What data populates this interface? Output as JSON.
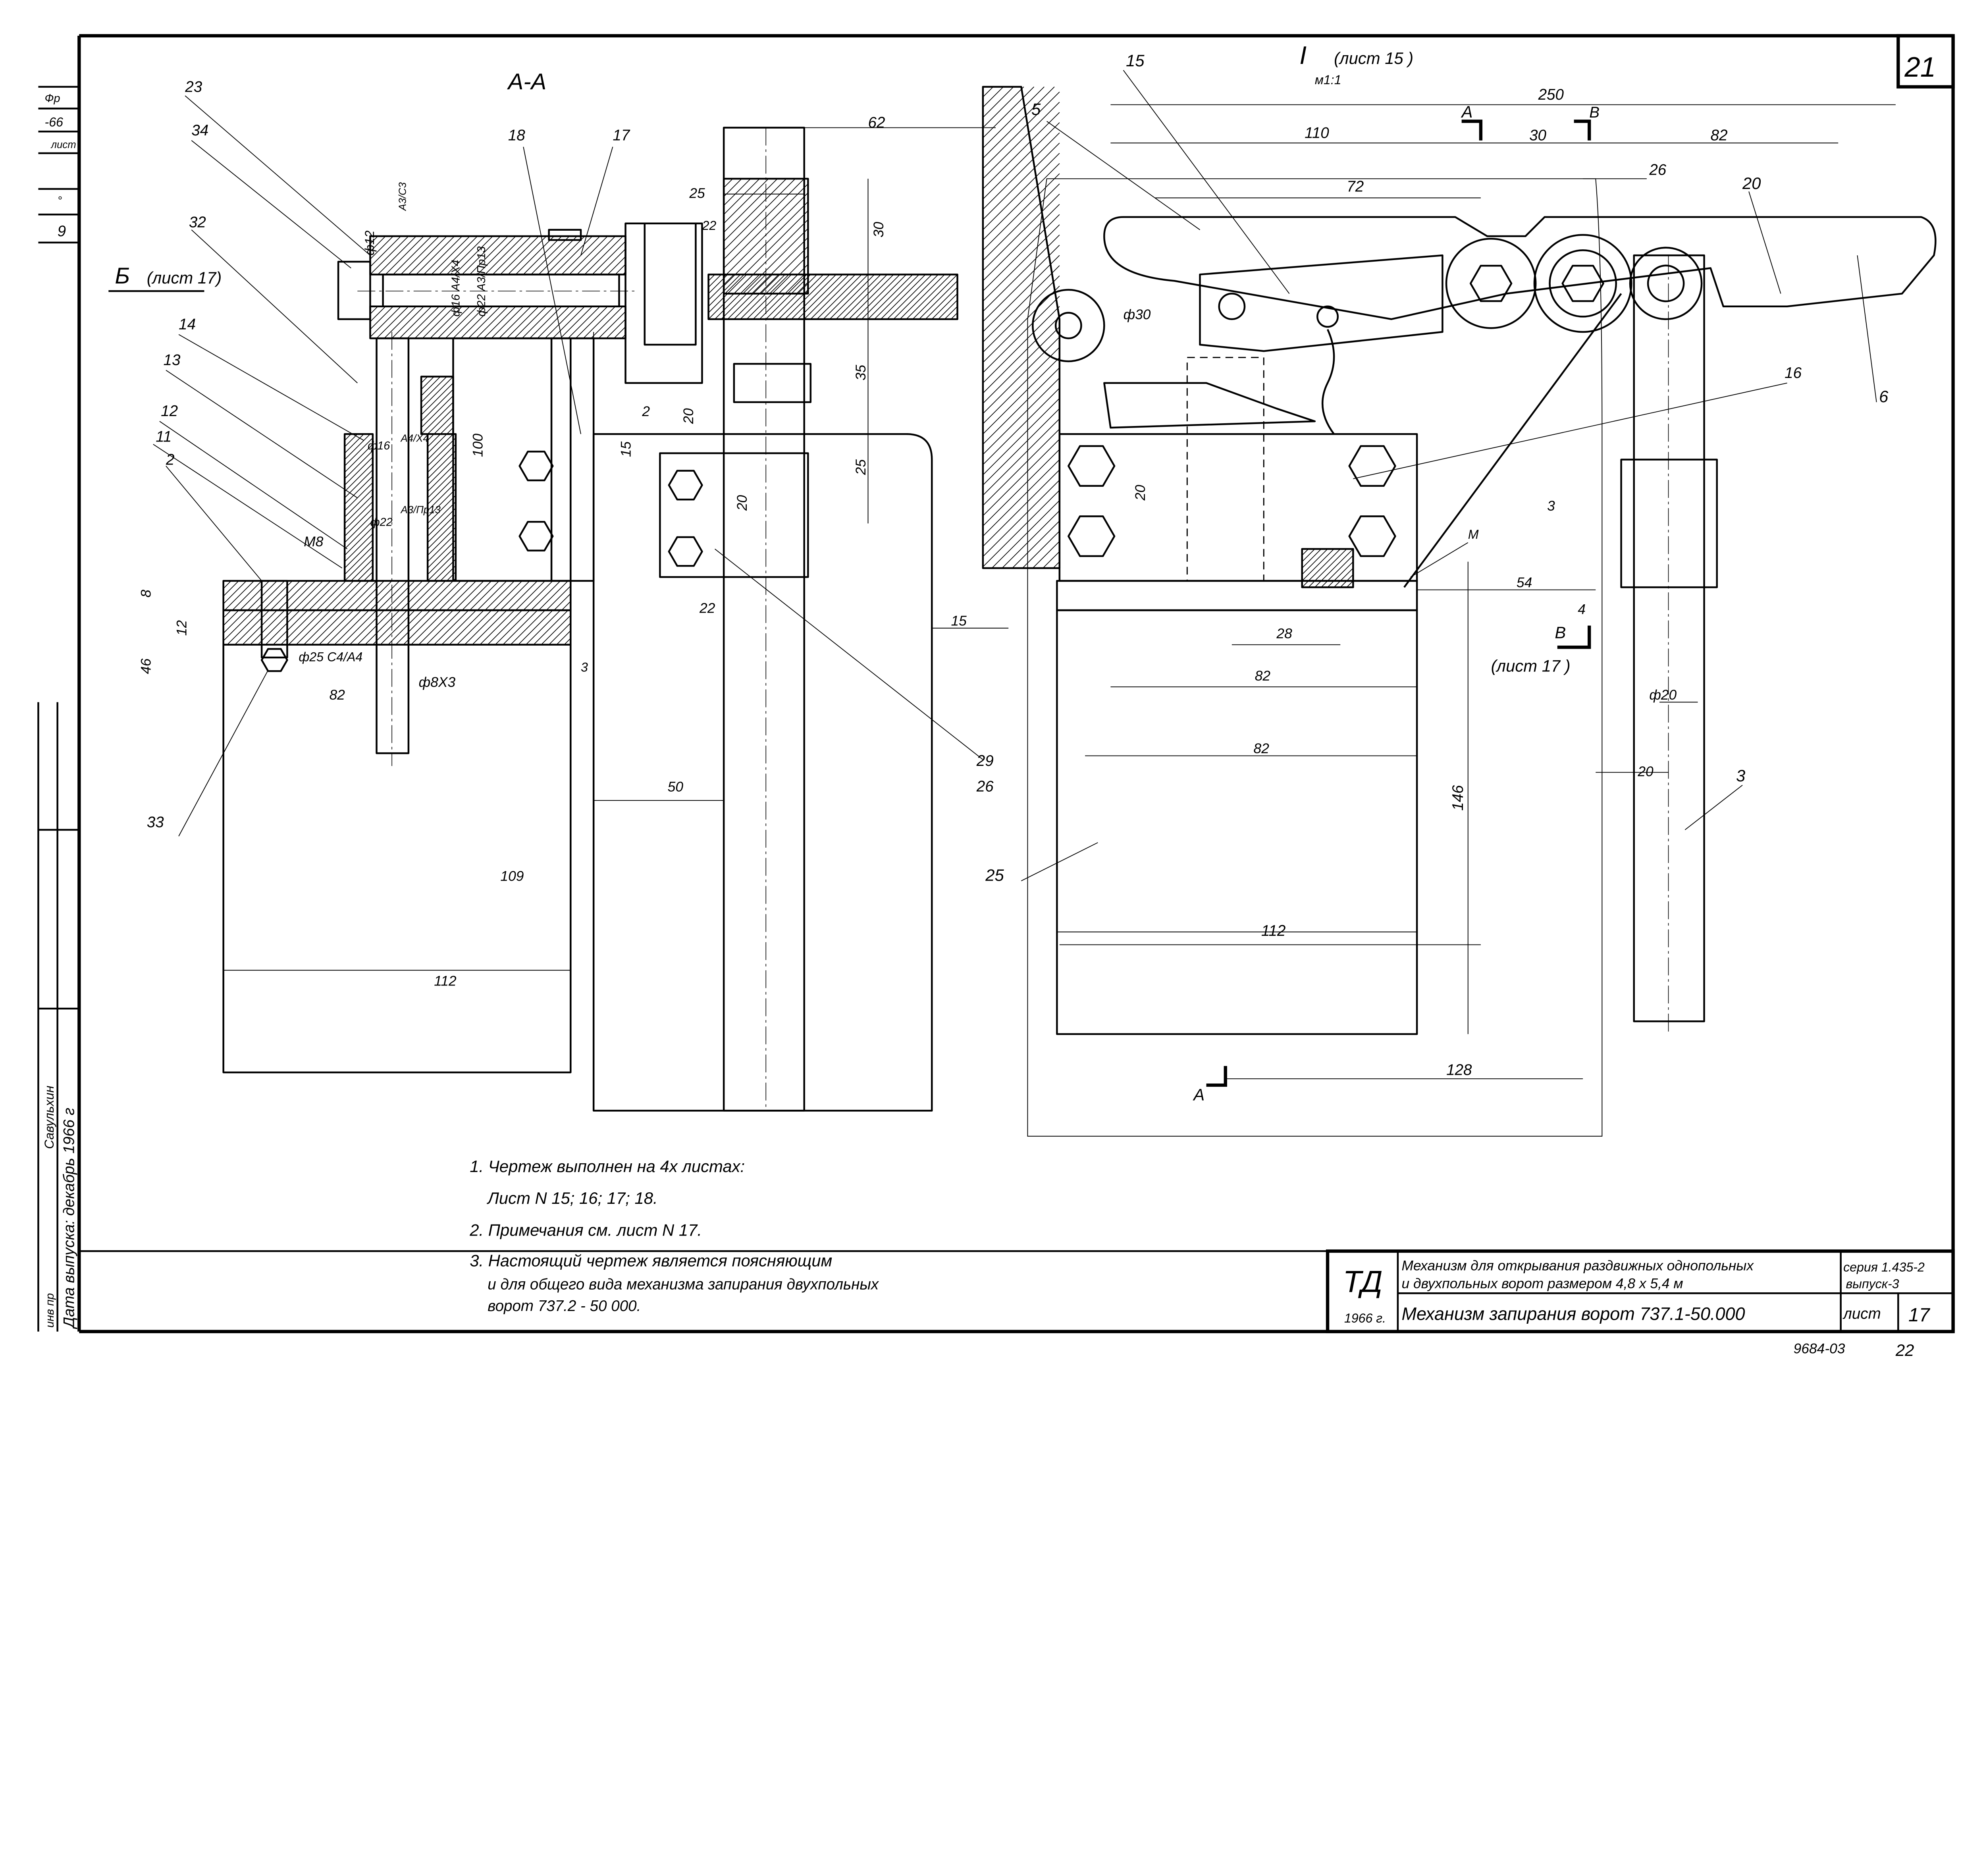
{
  "colors": {
    "ink": "#000000",
    "paper": "#ffffff"
  },
  "sheet_number": "21",
  "left_stamp": {
    "cells": [
      "Фр",
      "-66",
      "лист",
      "°",
      "9"
    ],
    "release_date": "Дата выпуска: декабрь 1966 г",
    "inv": "инв пр",
    "signer": "Савульхин"
  },
  "views": {
    "section_aa": "А-А",
    "view_b": "Б",
    "view_b_ref": "(лист 17)",
    "detail": "I",
    "detail_ref": "(лист 15 )",
    "detail_scale": "м1:1",
    "cut_a_top": "А",
    "cut_a_bottom": "А",
    "cut_v_top": "В",
    "cut_v_bottom": "В",
    "cut_v_ref": "(лист 17 )"
  },
  "parts": {
    "p23": "23",
    "p34": "34",
    "p32": "32",
    "p14": "14",
    "p13": "13",
    "p12": "12",
    "p11": "11",
    "p2": "2",
    "p33": "33",
    "p18": "18",
    "p17": "17",
    "p29": "29",
    "p26": "26",
    "p15": "15",
    "p5": "5",
    "p20": "20",
    "p16": "16",
    "p6": "6",
    "p25": "25",
    "p3": "3",
    "weld_m": "М",
    "thread_m8": "М8"
  },
  "dims": {
    "d_phi12": "ф12",
    "d_a3c3": "А3/С3",
    "d_phi16x4": "ф16 А4/Х4",
    "d_phi22pr": "ф22 А3/Пр13",
    "d_phi16": "ф16",
    "d_a4x4": "А4/Х4",
    "d_phi22": "ф22",
    "d_a3pr13": "А3/Пр13",
    "d_100": "100",
    "d_8": "8",
    "d_12": "12",
    "d_46": "46",
    "d_phi25": "ф25 С4/А4",
    "d_phi8": "ф8Х3",
    "d_82l": "82",
    "d_109": "109",
    "d_112l": "112",
    "d_3l": "3",
    "d_2": "2",
    "d_15v": "15",
    "d_20v": "20",
    "d_25v": "25",
    "d_35": "35",
    "d_30v": "30",
    "d_25h": "25",
    "d_62": "62",
    "d_22a": "22",
    "d_20b": "20",
    "d_22b": "22",
    "d_50": "50",
    "d_15h": "15",
    "d_250": "250",
    "d_110": "110",
    "d_30": "30",
    "d_82a": "82",
    "d_26": "26",
    "d_72": "72",
    "d_phi30": "ф30",
    "d_20c": "20",
    "d_weld3": "3",
    "d_54": "54",
    "d_4": "4",
    "d_28": "28",
    "d_82b": "82",
    "d_82c": "82",
    "d_phi20": "ф20",
    "d_20d": "20",
    "d_146": "146",
    "d_112r": "112",
    "d_128": "128"
  },
  "notes": [
    "1. Чертеж выполнен на 4х листах:",
    "Лист N 15; 16; 17; 18.",
    "2. Примечания см. лист N 17.",
    "3. Настоящий чертеж является поясняющим",
    "и для общего вида механизма запирания двухпольных",
    "ворот 737.2 - 50 000."
  ],
  "title_block": {
    "logo": "ТД",
    "year": "1966 г.",
    "project_line1": "Механизм для открывания раздвижных однопольных",
    "project_line2": "и двухпольных ворот размером 4,8 х 5,4 м",
    "series": "серия 1.435-2",
    "issue": "выпуск-3",
    "drawing_title": "Механизм запирания ворот 737.1-50.000",
    "sheet_label": "лист",
    "sheet_value": "17"
  },
  "footer": {
    "archive_no": "9684-03",
    "page": "22"
  }
}
